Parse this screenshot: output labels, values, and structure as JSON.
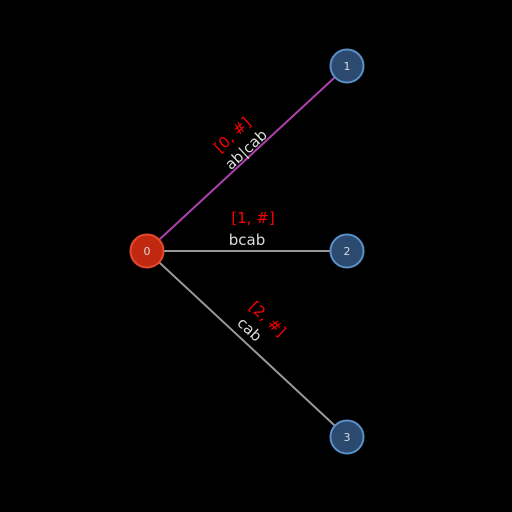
{
  "colors": {
    "background": "#000000",
    "root_fill": "#c0280f",
    "root_stroke": "#e64a2e",
    "leaf_fill": "#2c4a70",
    "leaf_stroke": "#5a90c8",
    "highlight_edge": "#b040b0",
    "normal_edge": "#9a9a9a",
    "edge_label_text": "#dcdcdc",
    "edge_index_text": "#ff0000"
  },
  "tree": {
    "nodes": [
      {
        "id": "0",
        "label": "0",
        "kind": "root"
      },
      {
        "id": "1",
        "label": "1",
        "kind": "leaf"
      },
      {
        "id": "2",
        "label": "2",
        "kind": "leaf"
      },
      {
        "id": "3",
        "label": "3",
        "kind": "leaf"
      }
    ],
    "edges": [
      {
        "from": "0",
        "to": "1",
        "index_label": "[0, #]",
        "label_before": "ab",
        "cursor": "|",
        "label_after": "cab",
        "highlighted": true
      },
      {
        "from": "0",
        "to": "2",
        "index_label": "[1, #]",
        "label_before": "bcab",
        "cursor": "",
        "label_after": "",
        "highlighted": false
      },
      {
        "from": "0",
        "to": "3",
        "index_label": "[2, #]",
        "label_before": "cab",
        "cursor": "",
        "label_after": "",
        "highlighted": false
      }
    ]
  }
}
